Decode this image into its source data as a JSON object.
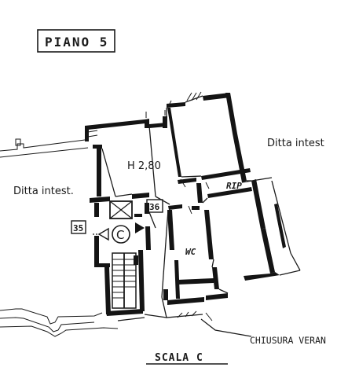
{
  "title": "PIANO 5",
  "labels": {
    "room_height": "H 2,80",
    "unit_left": "Ditta intest.",
    "unit_right": "Ditta intest",
    "storage": "RIP",
    "toilet": "WC",
    "stair_letter": "C",
    "unit_number_35": "35",
    "unit_number_36": "36",
    "closure_note": "CHIUSURA VERAN",
    "stair_caption": "SCALA C"
  }
}
